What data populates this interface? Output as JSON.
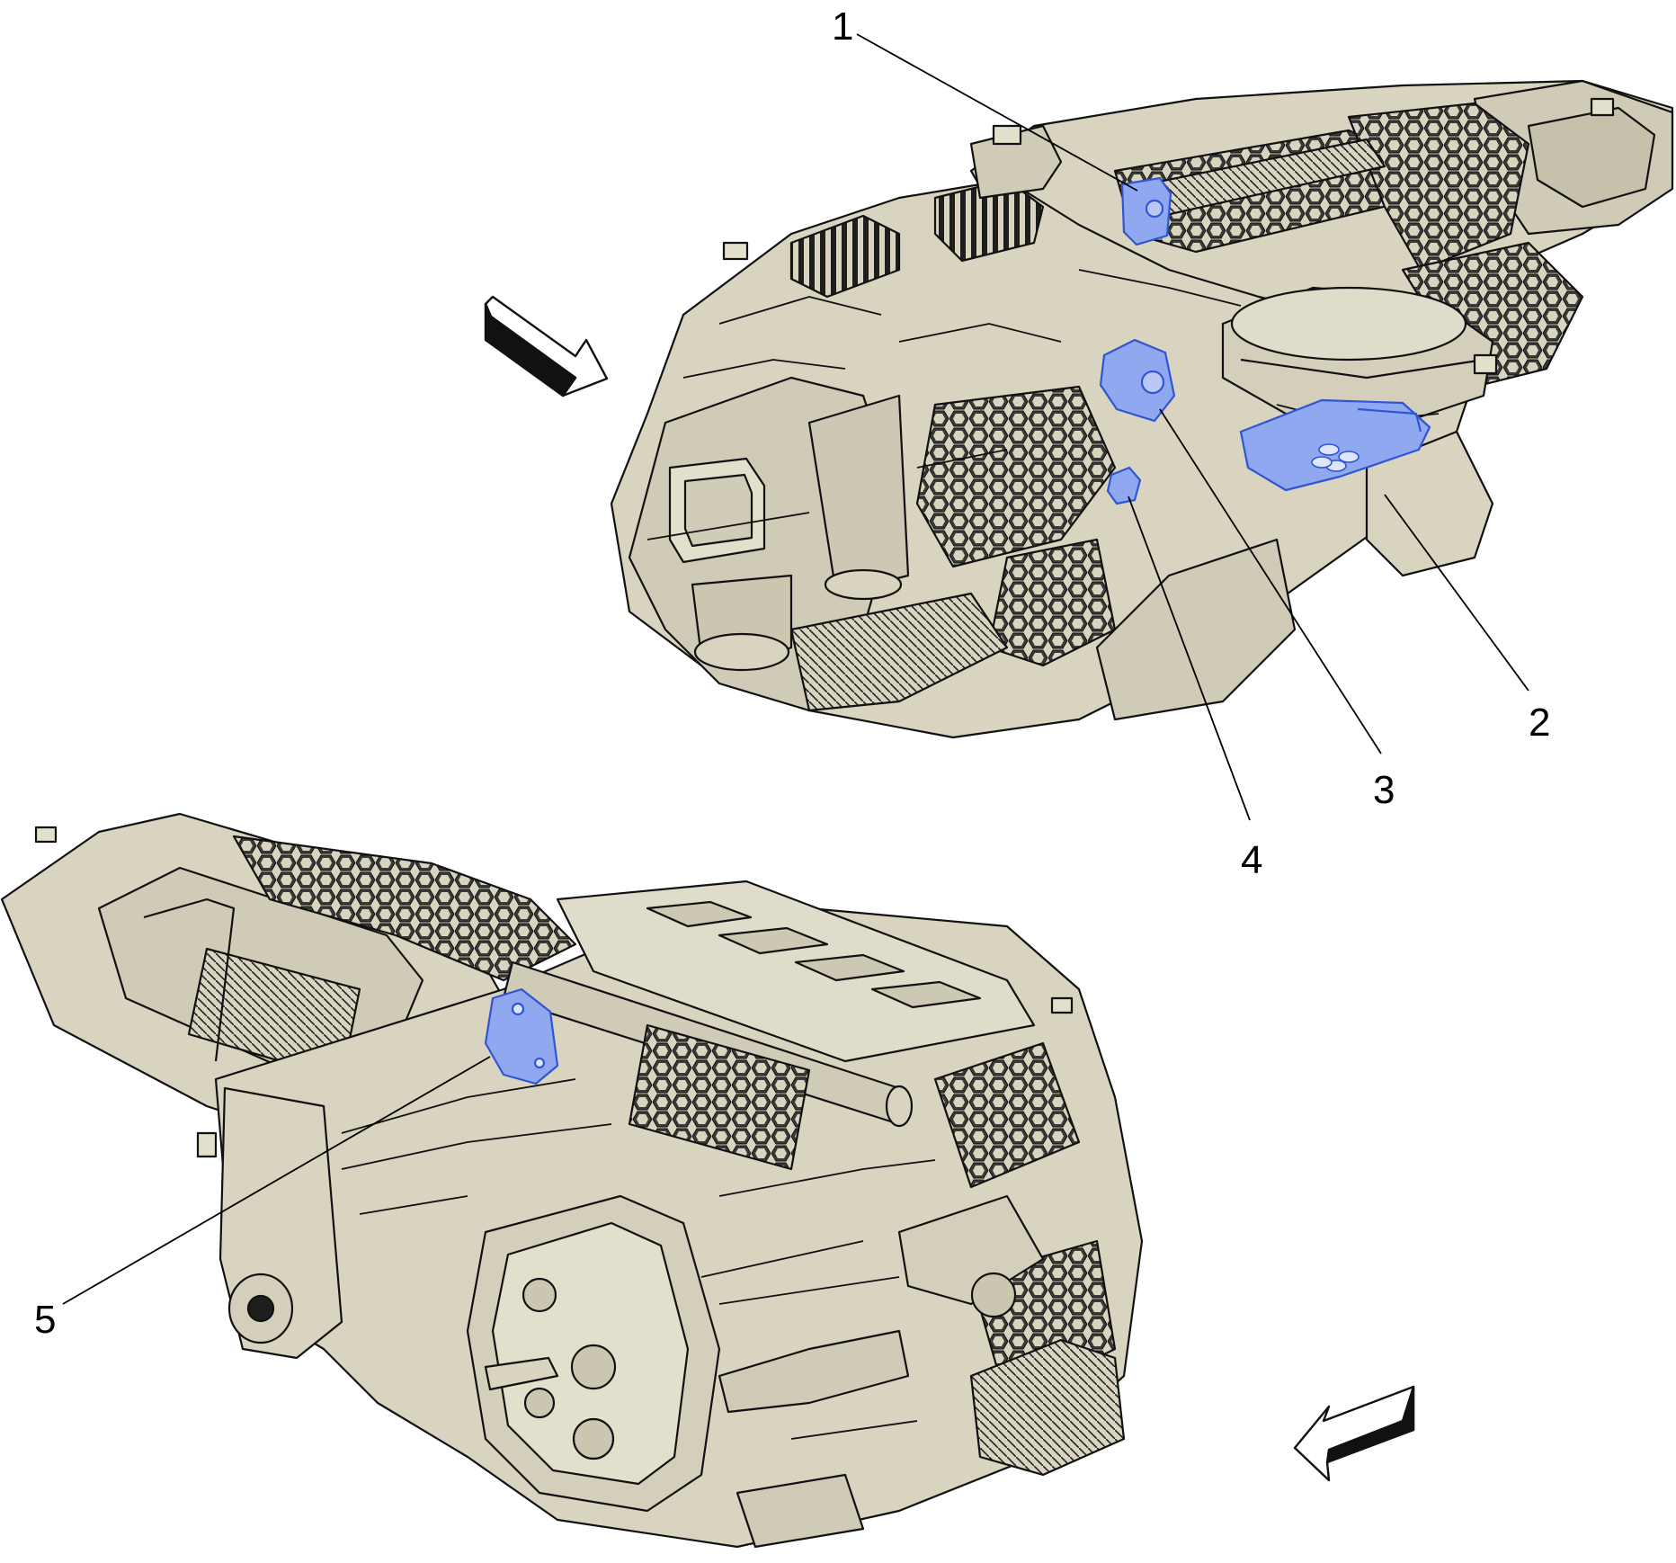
{
  "callouts": [
    {
      "id": "1",
      "label": "1"
    },
    {
      "id": "2",
      "label": "2"
    },
    {
      "id": "3",
      "label": "3"
    },
    {
      "id": "4",
      "label": "4"
    },
    {
      "id": "5",
      "label": "5"
    }
  ],
  "colors": {
    "housing_fill": "#d8d4c0",
    "housing_shade": "#bdb8a3",
    "highlight_fill": "#8fa8f0",
    "highlight_stroke": "#2f55d4",
    "outline": "#111111",
    "background": "#ffffff"
  },
  "icons": {
    "view_arrow_top": "direction-arrow-icon",
    "view_arrow_bottom": "direction-arrow-icon"
  }
}
